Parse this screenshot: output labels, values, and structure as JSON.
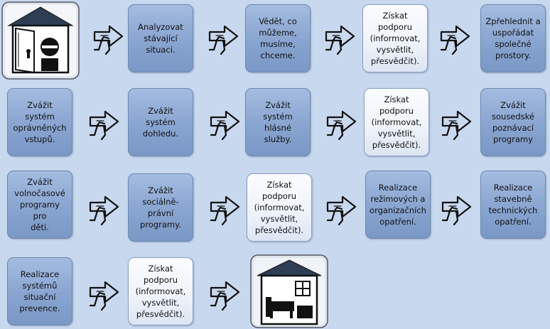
{
  "rows": [
    [
      "",
      "Analyzovat\nstávající\nsituaci.",
      "Vědět, co\nmůžeme,\nmusíme,\nchceme.",
      "Získat podporu\n(informovat,\nvysvětlit,\npřesvědčit).",
      "Zpřehlednit a\nuspořádat\nspolečné\nprostory."
    ],
    [
      "Zvážit systém\noprávněných\nvstupů.",
      "Zvážit systém\ndohledu.",
      "Zvážit systém\nhlásné služby.",
      "Získat podporu\n(informovat,\nvysvětlit,\npřesvědčit).",
      "Zvážit\nsousedské\npoznávací\nprogramy"
    ],
    [
      "Zvážit\nvolnočasové\nprogramy pro\nděti.",
      "Zvážit\nsociálně-právní\nprogramy.",
      "Získat podporu\n(informovat,\nvysvětlit,\npřesvědčit).",
      "Realizace\nrežimových a\norganizačních\nopatření.",
      "Realizace\nstavebně\ntechnických\nopatření."
    ],
    [
      "Realizace\nsystémů\nsituační\nprevence.",
      "Získat podporu\n(informovat,\nvysvětlit,\npřesvědčit).",
      ""
    ]
  ],
  "icons": {
    "start": "house-door-icon",
    "end": "house-room-icon",
    "arrow": "walking-arrow-icon"
  },
  "colors": {
    "background": "#c8d8ee",
    "box_dark": "#88a4d0",
    "box_light": "#eef2fa"
  }
}
